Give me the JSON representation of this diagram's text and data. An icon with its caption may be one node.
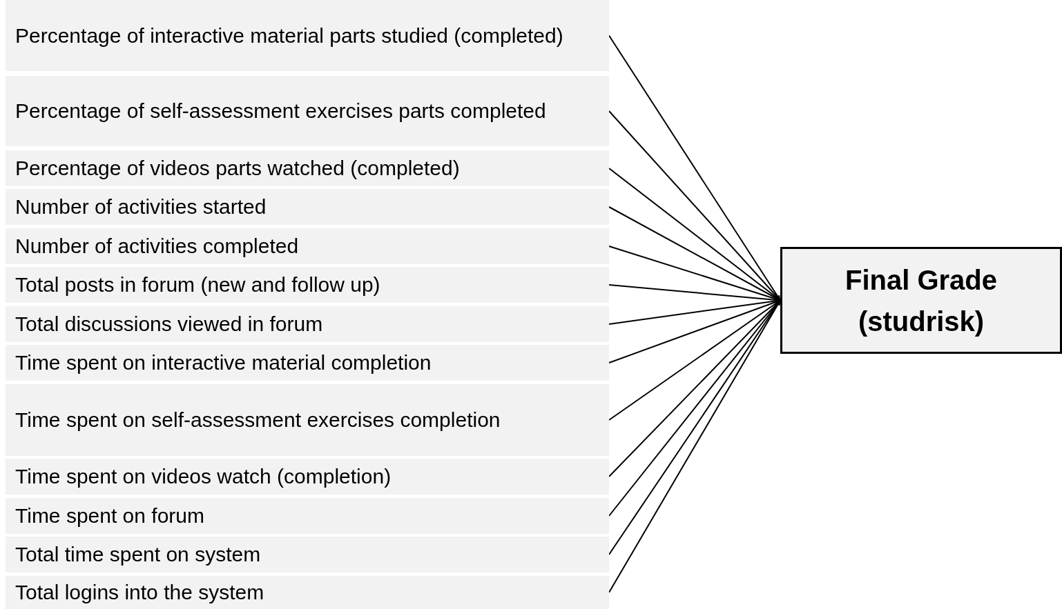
{
  "diagram": {
    "nodes": [
      {
        "text": [
          "Percentage of interactive material parts studied (completed)"
        ]
      },
      {
        "text": [
          "Percentage of self-assessment exercises parts completed"
        ]
      },
      {
        "text": [
          "Percentage of videos parts watched (completed)"
        ]
      },
      {
        "text": [
          "Number of activities started"
        ]
      },
      {
        "text": [
          "Number of activities completed"
        ]
      },
      {
        "text": [
          "Total posts in forum (new and follow up)"
        ]
      },
      {
        "text": [
          "Total discussions viewed in forum"
        ]
      },
      {
        "text": [
          "Time spent on interactive material completion"
        ]
      },
      {
        "text": [
          "Time spent on self-assessment exercises completion"
        ]
      },
      {
        "text": [
          "Time spent on videos watch (completion)"
        ]
      },
      {
        "text": [
          "Time spent on forum"
        ]
      },
      {
        "text": [
          "Total time spent on system"
        ]
      },
      {
        "text": [
          "Total logins into the system"
        ]
      },
      {
        "text": [
          "Final Grade (studrisk)"
        ]
      }
    ],
    "edges": [
      {
        "from": 0,
        "to": 13,
        "arrow": "to"
      },
      {
        "from": 1,
        "to": 13,
        "arrow": "to"
      },
      {
        "from": 2,
        "to": 13,
        "arrow": "to"
      },
      {
        "from": 3,
        "to": 13,
        "arrow": "to"
      },
      {
        "from": 4,
        "to": 13,
        "arrow": "to"
      },
      {
        "from": 5,
        "to": 13,
        "arrow": "to"
      },
      {
        "from": 6,
        "to": 13,
        "arrow": "to"
      },
      {
        "from": 7,
        "to": 13,
        "arrow": "to"
      },
      {
        "from": 8,
        "to": 13,
        "arrow": "to"
      },
      {
        "from": 9,
        "to": 13,
        "arrow": "to"
      },
      {
        "from": 10,
        "to": 13,
        "arrow": "to"
      },
      {
        "from": 11,
        "to": 13,
        "arrow": "to"
      },
      {
        "from": 12,
        "to": 13,
        "arrow": "to"
      }
    ]
  }
}
